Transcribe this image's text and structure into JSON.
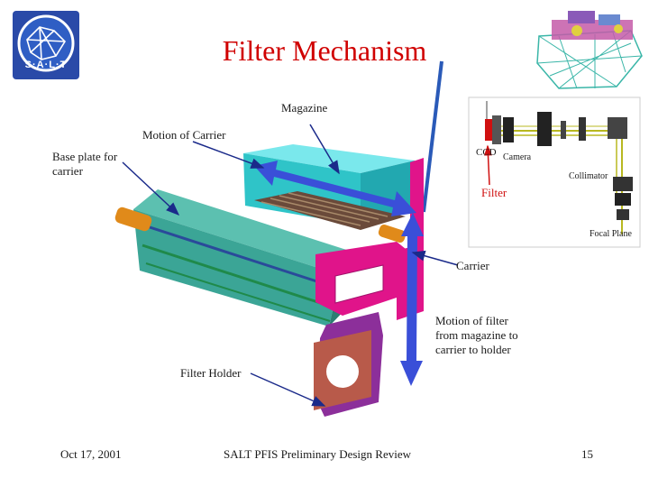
{
  "slide": {
    "title": "Filter Mechanism",
    "logo_text": "S·A·L·T",
    "footer": {
      "date": "Oct 17, 2001",
      "center": "SALT PFIS Preliminary Design Review",
      "page": "15"
    }
  },
  "labels": {
    "magazine": "Magazine",
    "motion_of_carrier": "Motion of Carrier",
    "base_plate_line1": "Base plate for",
    "base_plate_line2": "carrier",
    "ccd": "CCD",
    "camera": "Camera",
    "collimator": "Collimator",
    "filter": "Filter",
    "focal_plane": "Focal Plane",
    "carrier": "Carrier",
    "motion_filter_line1": "Motion of filter",
    "motion_filter_line2": "from magazine to",
    "motion_filter_line3": "carrier to holder",
    "filter_holder": "Filter Holder"
  },
  "colors": {
    "title": "#d00000",
    "magazine_box": "#33d6dc",
    "carrier_body": "#3ba596",
    "frame_magenta": "#e0148a",
    "holder_purple": "#8c2f9a",
    "arrow_blue": "#3a4fd8",
    "pointer_navy": "#1a2a8a",
    "orange_pin": "#e08a1a"
  }
}
